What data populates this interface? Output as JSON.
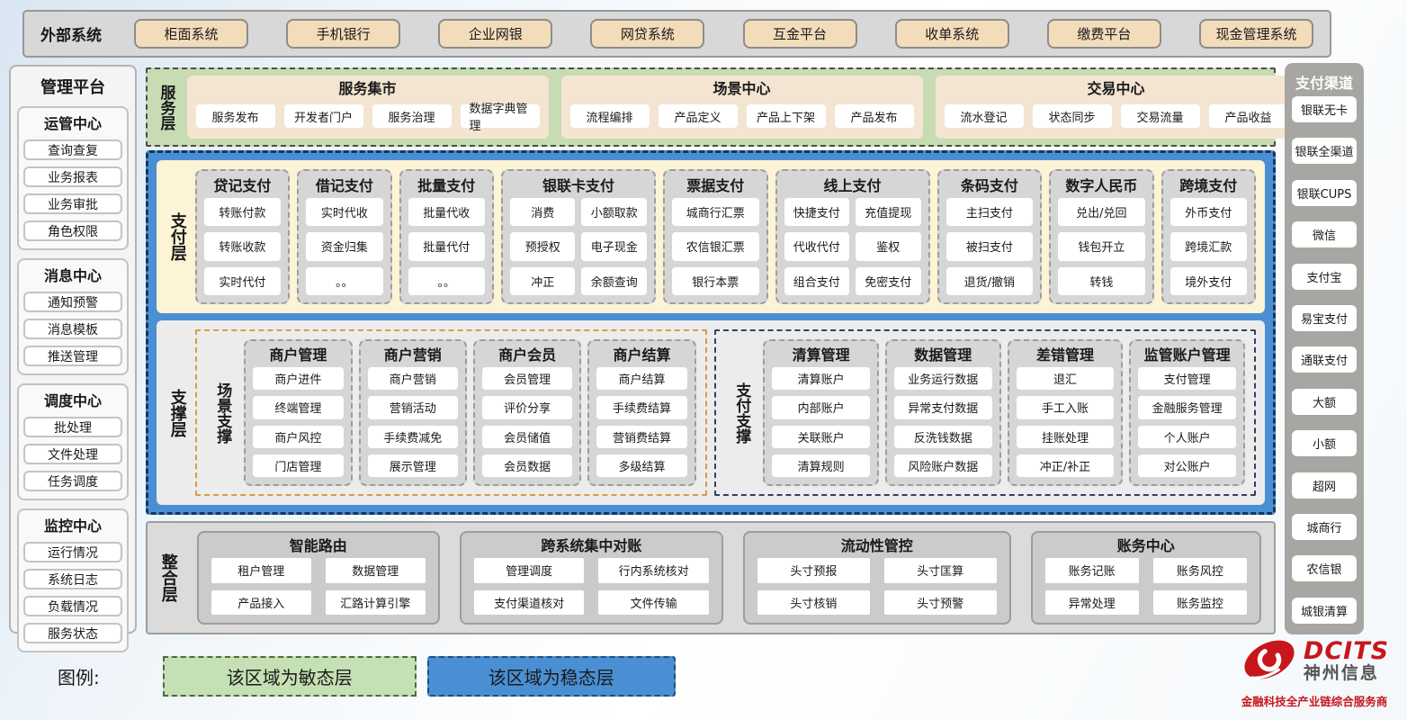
{
  "external_systems": {
    "label": "外部系统",
    "items": [
      "柜面系统",
      "手机银行",
      "企业网银",
      "网贷系统",
      "互金平台",
      "收单系统",
      "缴费平台",
      "现金管理系统"
    ]
  },
  "management_platform": {
    "title": "管理平台",
    "groups": [
      {
        "title": "运管中心",
        "items": [
          "查询查复",
          "业务报表",
          "业务审批",
          "角色权限"
        ]
      },
      {
        "title": "消息中心",
        "items": [
          "通知预警",
          "消息模板",
          "推送管理"
        ]
      },
      {
        "title": "调度中心",
        "items": [
          "批处理",
          "文件处理",
          "任务调度"
        ]
      },
      {
        "title": "监控中心",
        "items": [
          "运行情况",
          "系统日志",
          "负载情况",
          "服务状态"
        ]
      }
    ]
  },
  "service_layer": {
    "label": "服务层",
    "panels": [
      {
        "title": "服务集市",
        "items": [
          "服务发布",
          "开发者门户",
          "服务治理",
          "数据字典管理"
        ]
      },
      {
        "title": "场景中心",
        "items": [
          "流程编排",
          "产品定义",
          "产品上下架",
          "产品发布"
        ]
      },
      {
        "title": "交易中心",
        "items": [
          "流水登记",
          "状态同步",
          "交易流量",
          "产品收益"
        ]
      }
    ]
  },
  "payment_layer": {
    "label": "支付层",
    "columns": [
      {
        "title": "贷记支付",
        "items": [
          "转账付款",
          "转账收款",
          "实时代付"
        ]
      },
      {
        "title": "借记支付",
        "items": [
          "实时代收",
          "资金归集",
          "。。"
        ]
      },
      {
        "title": "批量支付",
        "items": [
          "批量代收",
          "批量代付",
          "。。"
        ]
      },
      {
        "title": "银联卡支付",
        "items": [
          "消费",
          "小额取款",
          "预授权",
          "电子现金",
          "冲正",
          "余额查询"
        ]
      },
      {
        "title": "票据支付",
        "items": [
          "城商行汇票",
          "农信银汇票",
          "银行本票"
        ]
      },
      {
        "title": "线上支付",
        "items": [
          "快捷支付",
          "充值提现",
          "代收代付",
          "鉴权",
          "组合支付",
          "免密支付"
        ]
      },
      {
        "title": "条码支付",
        "items": [
          "主扫支付",
          "被扫支付",
          "退货/撤销"
        ]
      },
      {
        "title": "数字人民币",
        "items": [
          "兑出/兑回",
          "钱包开立",
          "转钱"
        ]
      },
      {
        "title": "跨境支付",
        "items": [
          "外币支付",
          "跨境汇款",
          "境外支付"
        ]
      }
    ]
  },
  "support_layer": {
    "label": "支撑层",
    "scene_support": {
      "label": "场景支撑",
      "columns": [
        {
          "title": "商户管理",
          "items": [
            "商户进件",
            "终端管理",
            "商户风控",
            "门店管理"
          ]
        },
        {
          "title": "商户营销",
          "items": [
            "商户营销",
            "营销活动",
            "手续费减免",
            "展示管理"
          ]
        },
        {
          "title": "商户会员",
          "items": [
            "会员管理",
            "评价分享",
            "会员储值",
            "会员数据"
          ]
        },
        {
          "title": "商户结算",
          "items": [
            "商户结算",
            "手续费结算",
            "营销费结算",
            "多级结算"
          ]
        }
      ]
    },
    "payment_support": {
      "label": "支付支撑",
      "columns": [
        {
          "title": "清算管理",
          "items": [
            "清算账户",
            "内部账户",
            "关联账户",
            "清算规则"
          ]
        },
        {
          "title": "数据管理",
          "items": [
            "业务运行数据",
            "异常支付数据",
            "反洗钱数据",
            "风险账户数据"
          ]
        },
        {
          "title": "差错管理",
          "items": [
            "退汇",
            "手工入账",
            "挂账处理",
            "冲正/补正"
          ]
        },
        {
          "title": "监管账户管理",
          "items": [
            "支付管理",
            "金融服务管理",
            "个人账户",
            "对公账户"
          ]
        }
      ]
    }
  },
  "integration_layer": {
    "label": "整合层",
    "panels": [
      {
        "title": "智能路由",
        "items": [
          "租户管理",
          "数据管理",
          "产品接入",
          "汇路计算引擎"
        ]
      },
      {
        "title": "跨系统集中对账",
        "items": [
          "管理调度",
          "行内系统核对",
          "支付渠道核对",
          "文件传输"
        ]
      },
      {
        "title": "流动性管控",
        "items": [
          "头寸预报",
          "头寸匡算",
          "头寸核销",
          "头寸预警"
        ]
      },
      {
        "title": "账务中心",
        "items": [
          "账务记账",
          "账务风控",
          "异常处理",
          "账务监控"
        ]
      }
    ]
  },
  "payment_channels": {
    "title": "支付渠道",
    "items": [
      "银联无卡",
      "银联全渠道",
      "银联CUPS",
      "微信",
      "支付宝",
      "易宝支付",
      "通联支付",
      "大额",
      "小额",
      "超网",
      "城商行",
      "农信银",
      "城银清算"
    ]
  },
  "legend": {
    "label": "图例:",
    "agile": "该区域为敏态层",
    "stable": "该区域为稳态层"
  },
  "logo": {
    "brand": "DCITS",
    "company": "神州信息",
    "tagline": "金融科技全产业链综合服务商"
  },
  "colors": {
    "stable_blue": "#4a8fd4",
    "agile_green": "#c7dcb2",
    "legend_green": "#c5e0b4",
    "payment_cream": "#fdf3d5",
    "external_tan": "#f3dcba",
    "box_gray": "#d6d6d6",
    "channel_sidebar_gray": "#a7a6a3",
    "scene_border_orange": "#dd9a43",
    "navy_dash": "#17365d",
    "logo_red": "#c8161d"
  }
}
